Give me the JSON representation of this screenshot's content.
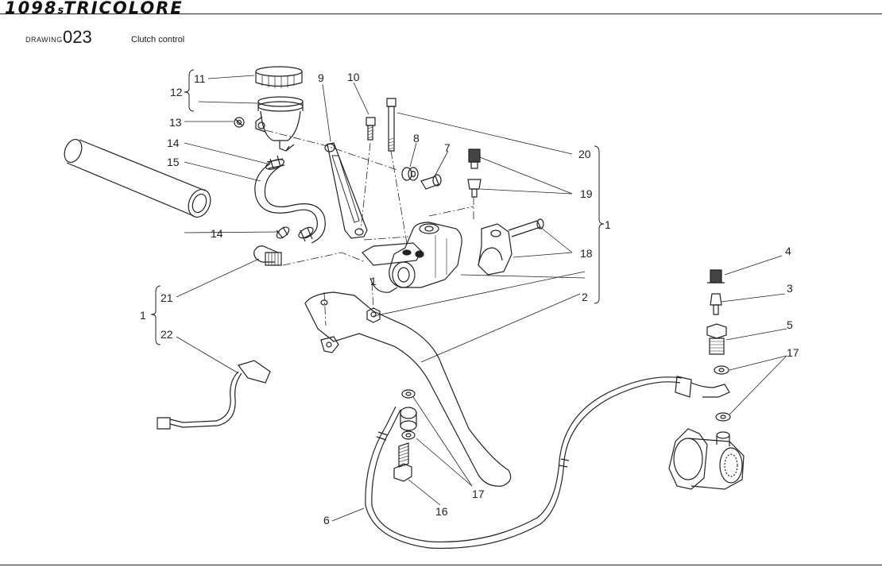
{
  "header": {
    "title_main": "1098",
    "title_suffix": "s",
    "title_rest": "TRICOLORE"
  },
  "drawing": {
    "label": "DRAWING",
    "number": "023",
    "caption": "Clutch control"
  },
  "callouts": [
    "11",
    "12",
    "13",
    "14",
    "15",
    "14",
    "9",
    "10",
    "8",
    "7",
    "20",
    "19",
    "18",
    "1",
    "21",
    "1",
    "22",
    "2",
    "4",
    "3",
    "5",
    "17",
    "6",
    "16",
    "17",
    "1"
  ]
}
